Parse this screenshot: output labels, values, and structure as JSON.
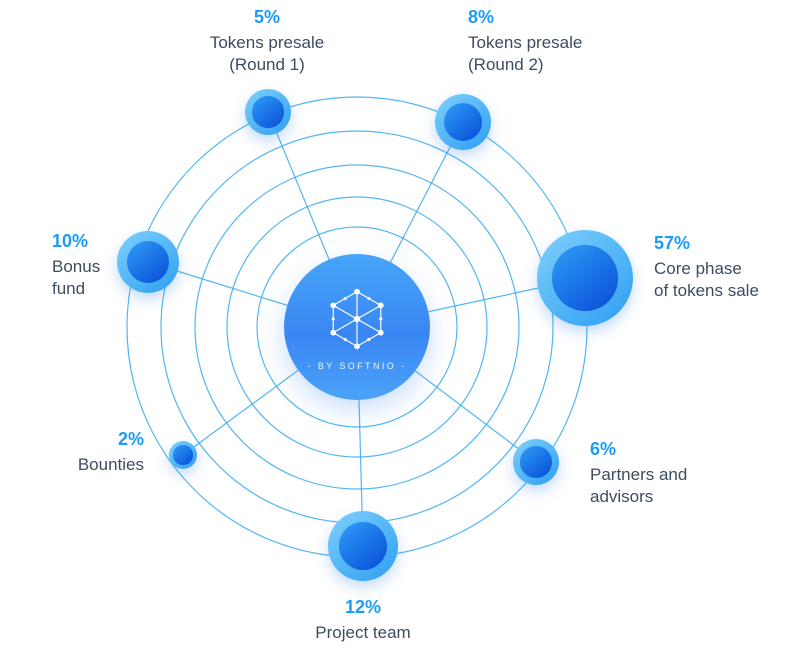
{
  "center": {
    "caption": "- BY SOFTNIO -",
    "icon": "blockchain-network-icon"
  },
  "colors": {
    "orbit_stroke": "#34a9f1",
    "node_outer_light": "#7fd0fb",
    "node_outer_dark": "#2d9ef3",
    "node_core_light": "#2f9ef7",
    "node_core_dark": "#0b53d9",
    "center_top": "#46a6f7",
    "center_bottom": "#4aa3f7",
    "percent_text": "#1b9cf6",
    "label_text": "#3d4c60"
  },
  "chart_data": {
    "type": "pie",
    "unit": "%",
    "total": 100,
    "legend_position": "around-nodes",
    "items": [
      {
        "value": 5,
        "percent": "5%",
        "label": "Tokens presale (Round 1)",
        "lines": [
          "Tokens presale",
          "(Round 1)"
        ]
      },
      {
        "value": 8,
        "percent": "8%",
        "label": "Tokens presale (Round 2)",
        "lines": [
          "Tokens presale",
          "(Round 2)"
        ]
      },
      {
        "value": 10,
        "percent": "10%",
        "label": "Bonus fund",
        "lines": [
          "Bonus",
          "fund"
        ]
      },
      {
        "value": 57,
        "percent": "57%",
        "label": "Core phase of tokens sale",
        "lines": [
          "Core phase",
          "of tokens sale"
        ]
      },
      {
        "value": 2,
        "percent": "2%",
        "label": "Bounties",
        "lines": [
          "Bounties"
        ]
      },
      {
        "value": 6,
        "percent": "6%",
        "label": "Partners and advisors",
        "lines": [
          "Partners and",
          "advisors"
        ]
      },
      {
        "value": 12,
        "percent": "12%",
        "label": "Project team",
        "lines": [
          "Project team"
        ]
      }
    ]
  }
}
